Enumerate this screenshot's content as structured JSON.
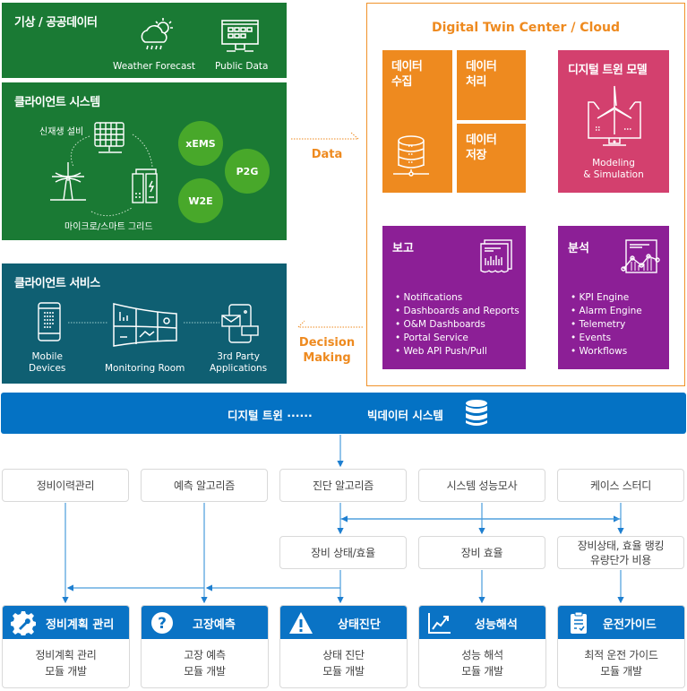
{
  "weather_panel": {
    "title": "기상 / 공공데이터",
    "items": [
      {
        "icon": "weather-cloud-sun-rain-icon",
        "label": "Weather Forecast"
      },
      {
        "icon": "monitor-grid-icon",
        "label": "Public Data"
      }
    ]
  },
  "client_system_panel": {
    "title": "클라이언트 시스템",
    "renewable_label": "신재생 설비",
    "grid_label": "마이크로/스마트 그리드",
    "circles": [
      "xEMS",
      "P2G",
      "W2E"
    ]
  },
  "client_service_panel": {
    "title": "클라이언트 서비스",
    "items": [
      {
        "icon": "mobile-device-icon",
        "label_1": "Mobile",
        "label_2": "Devices"
      },
      {
        "icon": "monitoring-room-icon",
        "label_1": "Monitoring Room",
        "label_2": ""
      },
      {
        "icon": "third-party-apps-icon",
        "label_1": "3rd Party",
        "label_2": "Applications"
      }
    ]
  },
  "flows": {
    "data_label": "Data",
    "decision_label_1": "Decision",
    "decision_label_2": "Making"
  },
  "digital_twin_center": {
    "title": "Digital Twin Center / Cloud",
    "collect": {
      "line1": "데이터",
      "line2": "수집"
    },
    "process": {
      "line1": "데이터",
      "line2": "처리"
    },
    "store": {
      "line1": "데이터",
      "line2": "저장"
    },
    "model": {
      "title": "디지털 트윈 모델",
      "caption_1": "Modeling",
      "caption_2": "& Simulation"
    },
    "report": {
      "title": "보고",
      "items": [
        "Notifications",
        "Dashboards and Reports",
        "O&M Dashboards",
        "Portal Service",
        "Web API Push/Pull"
      ]
    },
    "analysis": {
      "title": "분석",
      "items": [
        "KPI Engine",
        "Alarm Engine",
        "Telemetry",
        "Events",
        "Workflows"
      ]
    }
  },
  "bigdata_bar": {
    "left_label": "디지털 트윈 ······",
    "right_label": "빅데이터 시스템"
  },
  "algorithms": [
    "정비이력관리",
    "예측 알고리즘",
    "진단 알고리즘",
    "시스템 성능모사",
    "케이스 스터디"
  ],
  "intermediate": [
    {
      "line1": "장비 상태/효율",
      "line2": ""
    },
    {
      "line1": "장비 효율",
      "line2": ""
    },
    {
      "line1": "장비상태, 효율 랭킹",
      "line2": "유량단가 비용"
    }
  ],
  "modules": [
    {
      "icon": "gear-wrench-icon",
      "title": "정비계획 관리",
      "body_1": "정비계획 관리",
      "body_2": "모듈 개발"
    },
    {
      "icon": "question-circle-icon",
      "title": "고장예측",
      "body_1": "고장 예측",
      "body_2": "모듈 개발"
    },
    {
      "icon": "warning-triangle-icon",
      "title": "상태진단",
      "body_1": "상태 진단",
      "body_2": "모듈 개발"
    },
    {
      "icon": "trend-chart-icon",
      "title": "성능해석",
      "body_1": "성능 해석",
      "body_2": "모듈 개발"
    },
    {
      "icon": "clipboard-check-icon",
      "title": "운전가이드",
      "body_1": "최적 운전 가이드",
      "body_2": "모듈 개발"
    }
  ],
  "colors": {
    "green_panel": "#1a7a34",
    "teal_panel": "#0f5f72",
    "orange": "#ee8a1f",
    "pink": "#d3406e",
    "purple": "#8c1f96",
    "blue": "#0472c4",
    "circle_green": "#48a82a"
  }
}
